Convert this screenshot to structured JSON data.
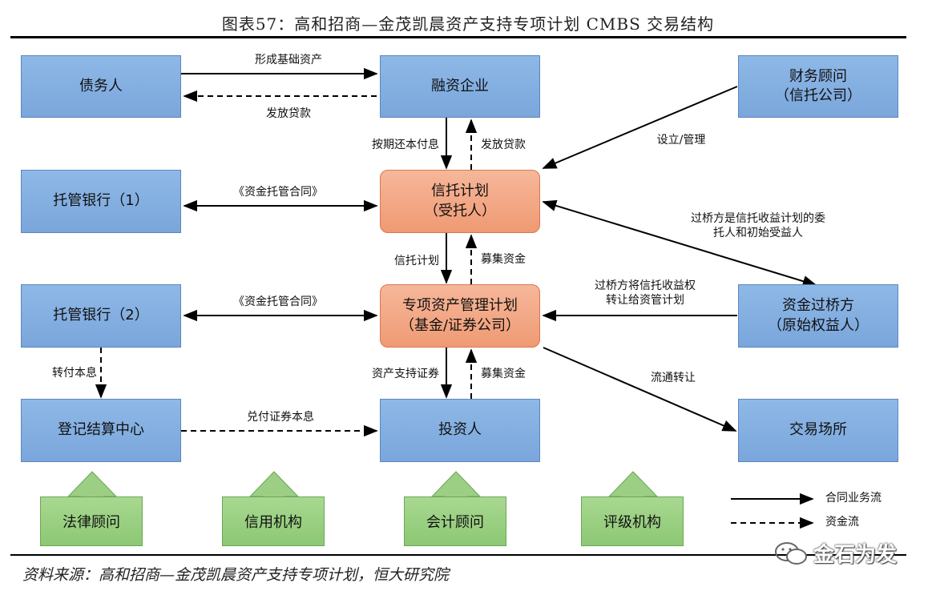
{
  "title": "图表57：高和招商—金茂凯晨资产支持专项计划 CMBS 交易结构",
  "nodes": {
    "debtor": "债务人",
    "financing_company": "融资企业",
    "financial_advisor": "财务顾问\n（信托公司）",
    "custody_bank_1": "托管银行（1）",
    "trust_plan": "信托计划\n（受托人）",
    "custody_bank_2": "托管银行（2）",
    "special_plan": "专项资产管理计划\n（基金/证券公司）",
    "bridge_party": "资金过桥方\n（原始权益人）",
    "clearing_center": "登记结算中心",
    "investors": "投资人",
    "exchange": "交易场所"
  },
  "edge_labels": {
    "form_assets": "形成基础资产",
    "issue_loan_1": "发放贷款",
    "repay": "按期还本付息",
    "issue_loan_2": "发放贷款",
    "setup_manage": "设立/管理",
    "custody_contract_1": "《资金托管合同》",
    "bridge_trustor": "过桥方是信托收益计划的委\n托人和初始受益人",
    "trust_plan_label": "信托计划",
    "raise_funds_1": "募集资金",
    "custody_contract_2": "《资金托管合同》",
    "bridge_transfer": "过桥方将信托收益权\n转让给资管计划",
    "transfer_interest": "转付本息",
    "abs": "资产支持证券",
    "raise_funds_2": "募集资金",
    "circulation": "流通转让",
    "pay_securities": "兑付证券本息"
  },
  "support_roles": [
    "法律顾问",
    "信用机构",
    "会计顾问",
    "评级机构"
  ],
  "legend": {
    "contract_flow": "合同业务流",
    "fund_flow": "资金流"
  },
  "source": "资料来源：高和招商—金茂凯晨资产支持专项计划，恒大研究院",
  "watermark": "金石为发",
  "colors": {
    "blue_box": "#7aa6dc",
    "orange_box": "#ef9a73",
    "green_box": "#8cc874"
  }
}
